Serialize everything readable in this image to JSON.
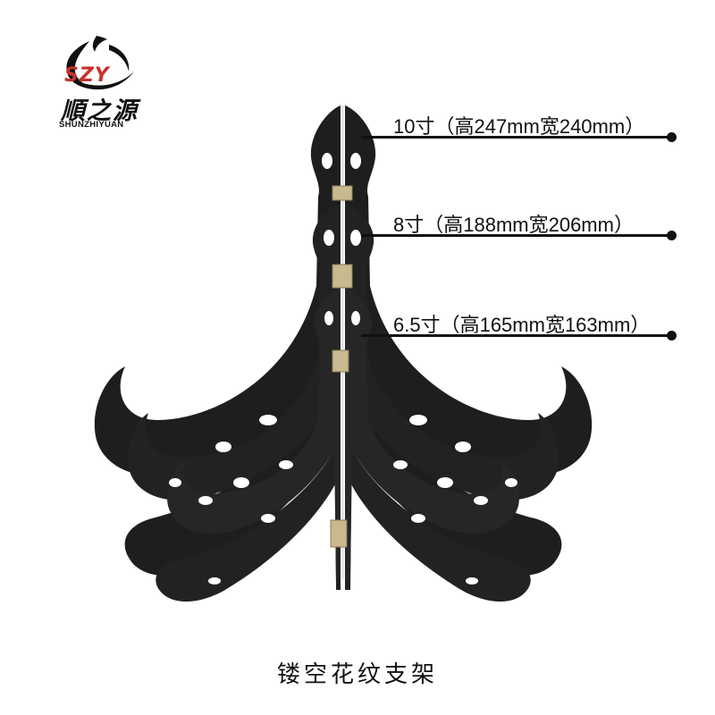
{
  "logo": {
    "mark_text": "SZY",
    "brand_cn": "順之源",
    "brand_en": "SHUNZHIYUAN",
    "colors": {
      "accent": "#c8322c",
      "ink": "#111111"
    }
  },
  "sizes": [
    {
      "label": "10寸（高247mm宽240mm）"
    },
    {
      "label": "8寸（高188mm宽206mm）"
    },
    {
      "label": "6.5寸（高165mm宽163mm）"
    }
  ],
  "caption": "镂空花纹支架",
  "product": {
    "color": "#1e1e1e",
    "hinge_color": "#c9b98e",
    "icon": "easel-stand-image"
  }
}
